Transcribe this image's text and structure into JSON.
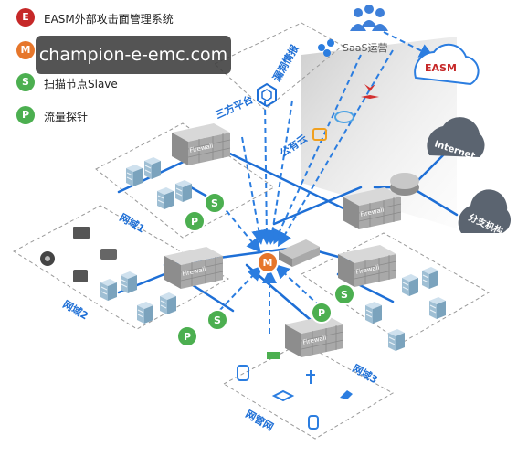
{
  "legend": [
    {
      "letter": "E",
      "label": "EASM外部攻击面管理系统",
      "color": "#c62828"
    },
    {
      "letter": "M",
      "label": "",
      "color": "#e6762b"
    },
    {
      "letter": "S",
      "label": "扫描节点Slave",
      "color": "#4caf50"
    },
    {
      "letter": "P",
      "label": "流量探针",
      "color": "#4caf50"
    }
  ],
  "watermark": "champion-e-emc.com",
  "cloud": {
    "saas_label": "SaaS运营",
    "easm_label": "EASM",
    "internet_label": "Internet",
    "branch_label": "分支机构"
  },
  "sources": {
    "third_party": "三方平台",
    "vuln_intel": "漏洞情报",
    "public_cloud": "公有云"
  },
  "zones": {
    "zone1": "网域1",
    "zone2": "网域2",
    "zone3": "网域3",
    "mgmt": "网管网"
  },
  "firewall_label": "Firewall",
  "node_letters": {
    "master": "M",
    "slave": "S",
    "probe": "P"
  },
  "colors": {
    "blue": "#1e6fd6",
    "dash": "#2b7de0",
    "orange": "#e6762b",
    "green": "#4caf50",
    "red": "#c62828",
    "cloud": "#5b6470"
  }
}
